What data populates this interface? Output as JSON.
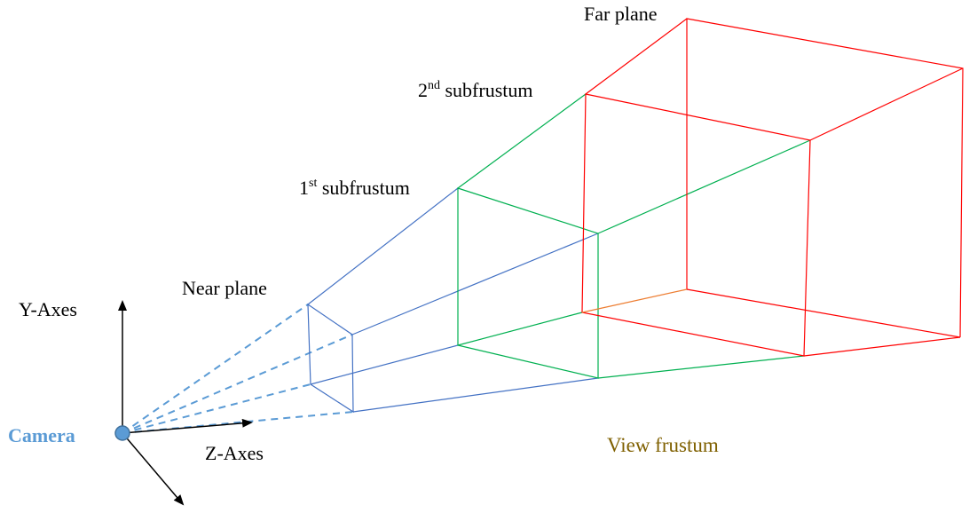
{
  "labels": {
    "far_plane": "Far plane",
    "second_subfrustum": {
      "prefix": "2",
      "sup": "nd",
      "suffix": " subfrustum"
    },
    "first_subfrustum": {
      "prefix": "1",
      "sup": "st",
      "suffix": " subfrustum"
    },
    "near_plane": "Near plane",
    "y_axis": "Y-Axes",
    "z_axis": "Z-Axes",
    "camera": "Camera",
    "view_frustum": "View frustum"
  },
  "colors": {
    "near_section": "#4472c4",
    "first_subfrustum": "#00b050",
    "second_subfrustum": "#ff0000",
    "far_bottom_edge": "#ed7d31",
    "camera": "#5b9bd5",
    "view_frustum_label": "#7f6000",
    "axes": "#000000"
  }
}
